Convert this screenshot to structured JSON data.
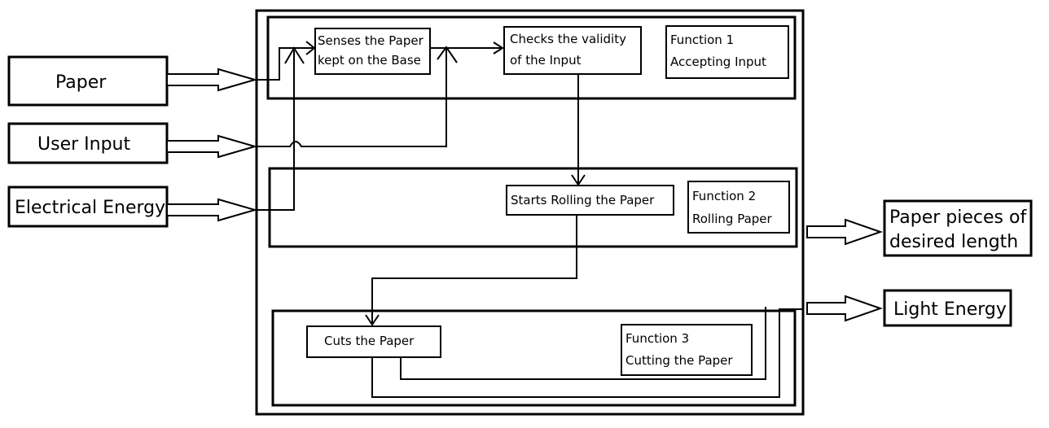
{
  "inputs": {
    "paper": "Paper",
    "user_input": "User Input",
    "electrical_energy": "Electrical Energy"
  },
  "function1": {
    "senses_line1": "Senses the Paper",
    "senses_line2": "kept on the Base",
    "checks_line1": "Checks the validity",
    "checks_line2": "of the Input",
    "label_line1": "Function 1",
    "label_line2": "Accepting Input"
  },
  "function2": {
    "process": "Starts Rolling the Paper",
    "label_line1": "Function 2",
    "label_line2": "Rolling Paper"
  },
  "function3": {
    "process": "Cuts the Paper",
    "label_line1": "Function 3",
    "label_line2": "Cutting the Paper"
  },
  "outputs": {
    "paper_pieces_line1": "Paper pieces of",
    "paper_pieces_line2": "desired length",
    "light_energy": "Light Energy"
  }
}
